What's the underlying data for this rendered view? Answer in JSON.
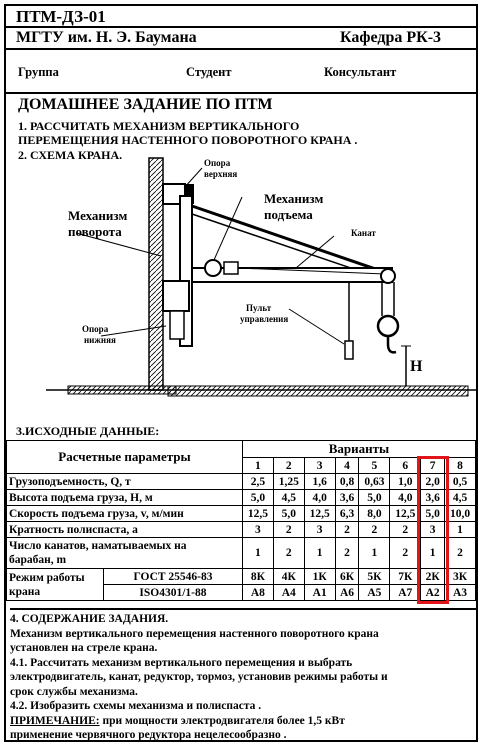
{
  "header": {
    "code": "ПТМ-ДЗ-01",
    "university": "МГТУ им. Н. Э. Баумана",
    "department": "Кафедра РК-3",
    "group": "Группа",
    "student": "Студент",
    "consultant": "Консультант"
  },
  "title": "ДОМАШНЕЕ ЗАДАНИЕ ПО ПТМ",
  "task1_line1": "1. РАССЧИТАТЬ МЕХАНИЗМ ВЕРТИКАЛЬНОГО",
  "task1_line2": "ПЕРЕМЕЩЕНИЯ НАСТЕННОГО ПОВОРОТНОГО КРАНА .",
  "task2": "2. СХЕМА КРАНА.",
  "diagram": {
    "top_support_1": "Опора",
    "top_support_2": "верхняя",
    "lift_mech_1": "Механизм",
    "lift_mech_2": "подъема",
    "rotation_mech_1": "Механизм",
    "rotation_mech_2": "поворота",
    "rope": "Канат",
    "control_1": "Пульт",
    "control_2": "управления",
    "bottom_support_1": "Опора",
    "bottom_support_2": "нижняя",
    "height_symbol": "H"
  },
  "section3": "3.ИСХОДНЫЕ ДАННЫЕ:",
  "table": {
    "param_header": "Расчетные параметры",
    "variants_header": "Варианты",
    "variants": [
      "1",
      "2",
      "3",
      "4",
      "5",
      "6",
      "7",
      "8"
    ],
    "rows": [
      {
        "label": "Грузоподъемность, Q, т",
        "values": [
          "2,5",
          "1,25",
          "1,6",
          "0,8",
          "0,63",
          "1,0",
          "2,0",
          "0,5"
        ]
      },
      {
        "label": "Высота подъема груза, H, м",
        "values": [
          "5,0",
          "4,5",
          "4,0",
          "3,6",
          "5,0",
          "4,0",
          "3,6",
          "4,5"
        ]
      },
      {
        "label": "Скорость подъема груза, v, м/мин",
        "values": [
          "12,5",
          "5,0",
          "12,5",
          "6,3",
          "8,0",
          "12,5",
          "5,0",
          "10,0"
        ]
      },
      {
        "label": "Кратность полиспаста, a",
        "values": [
          "3",
          "2",
          "3",
          "2",
          "2",
          "2",
          "3",
          "1"
        ]
      }
    ],
    "ropes_label_1": "Число канатов, наматываемых на",
    "ropes_label_2": "барабан, m",
    "ropes_values": [
      "1",
      "2",
      "1",
      "2",
      "1",
      "2",
      "1",
      "2"
    ],
    "mode_label_1": "Режим работы",
    "mode_label_2": "крана",
    "gost_label": "ГОСТ 25546-83",
    "gost_values": [
      "8К",
      "4К",
      "1К",
      "6К",
      "5К",
      "7К",
      "2К",
      "3К"
    ],
    "iso_label": "ISO4301/1-88",
    "iso_values": [
      "А8",
      "А4",
      "А1",
      "А6",
      "А5",
      "А7",
      "А2",
      "А3"
    ]
  },
  "content": {
    "heading": "4. СОДЕРЖАНИЕ ЗАДАНИЯ.",
    "p1_a": " Механизм вертикального перемещения  настенного поворотного крана",
    "p1_b": "установлен на стреле крана.",
    "p2_a": "4.1. Рассчитать механизм вертикального перемещения и выбрать",
    "p2_b": "электродвигатель, канат, редуктор, тормоз, установив режимы работы и",
    "p2_c": "срок службы механизма.",
    "p3": "4.2. Изобразить схемы механизма и полиспаста .",
    "note_label": "ПРИМЕЧАНИЕ:",
    "note_a": "  при мощности электродвигателя более  1,5 кВт",
    "note_b": "применение червячного редуктора нецелесообразно ."
  },
  "colors": {
    "highlight": "#e0141a",
    "ink": "#000000"
  }
}
